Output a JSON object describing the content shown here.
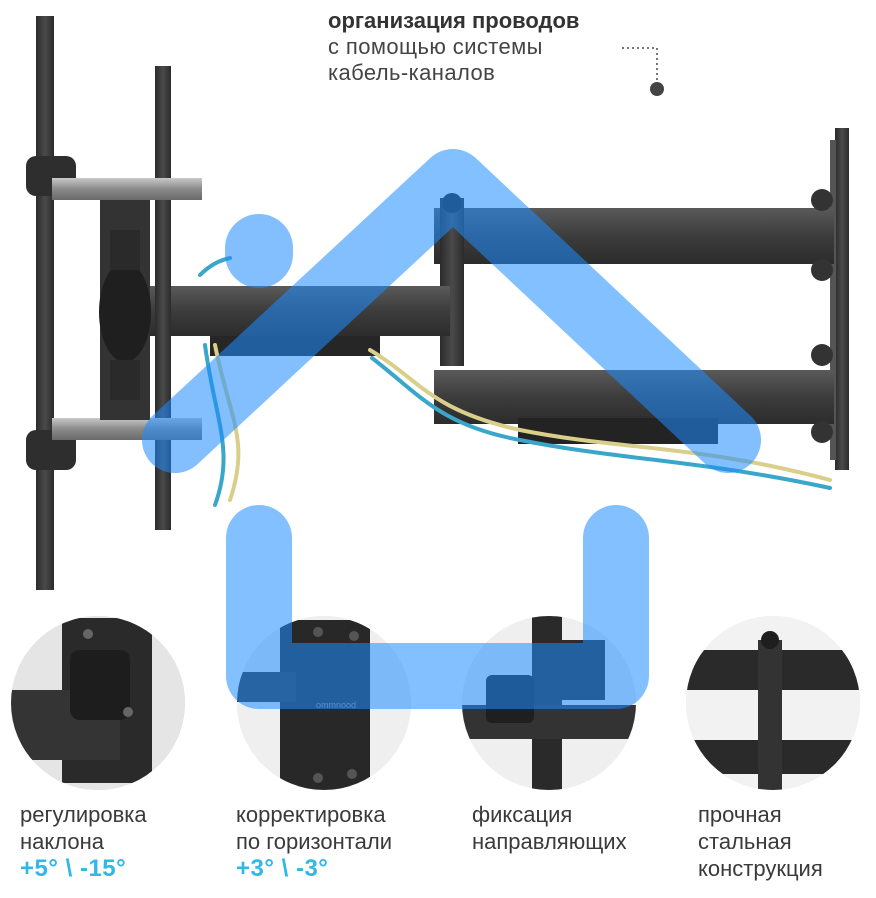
{
  "callout": {
    "title": "организация проводов",
    "line1": "с помощью системы",
    "line2": "кабель-каналов"
  },
  "features": [
    {
      "line1": "регулировка",
      "line2": "наклона",
      "value": "+5° \\ -15°"
    },
    {
      "line1": "корректировка",
      "line2": "по горизонтали",
      "value": "+3° \\ -3°"
    },
    {
      "line1": "фиксация",
      "line2": "направляющих"
    },
    {
      "line1": "прочная",
      "line2": "стальная",
      "line3": "конструкция"
    }
  ],
  "product_logo": "ommnood",
  "colors": {
    "accent": "#2fb8e8",
    "overlay": "#1e8cff",
    "metal": "#3b3b3b",
    "cable_yellow": "#d9cf8a",
    "cable_blue": "#3aa6c9"
  }
}
